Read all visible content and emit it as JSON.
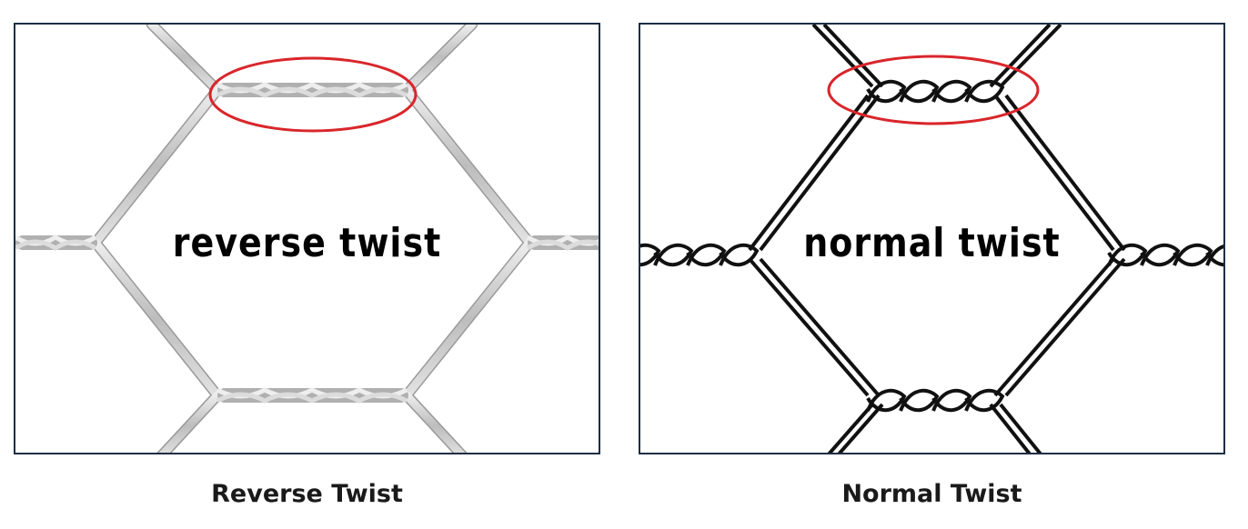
{
  "panels": [
    {
      "inner_label": "reverse twist",
      "caption": "Reverse Twist",
      "wire_color": "#c9c9c9",
      "highlight_color": "#d9262b"
    },
    {
      "inner_label": "normal twist",
      "caption": "Normal Twist",
      "wire_color": "#111111",
      "highlight_color": "#d9262b"
    }
  ]
}
